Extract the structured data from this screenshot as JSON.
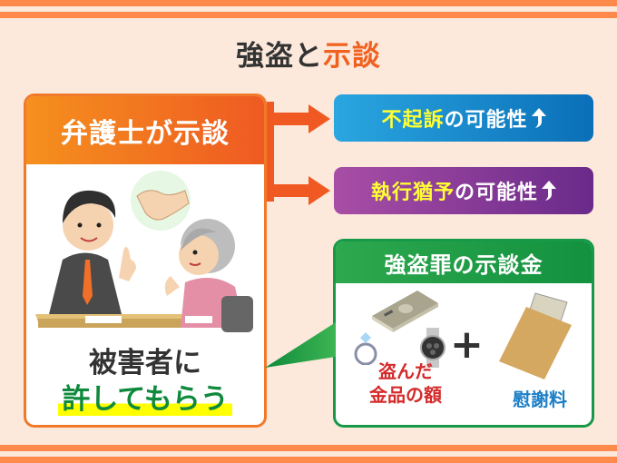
{
  "title": {
    "part1": "強盗と",
    "part2": "示談"
  },
  "colors": {
    "stripe": "#ff8a4c",
    "background": "#fde8dc",
    "orange": "#f05a22",
    "green": "#169a48",
    "blue": "#0a6fb8",
    "purple": "#6a2a8a",
    "highlight": "#ffff00"
  },
  "left_panel": {
    "header": "弁護士が示談",
    "illustration": "lawyer-and-victim-handshake",
    "line1": "被害者に",
    "line2": "許してもらう"
  },
  "outcomes": [
    {
      "highlight": "不起訴",
      "rest": "の可能性",
      "icon": "up-arrow"
    },
    {
      "highlight": "執行猶予",
      "rest": "の可能性",
      "icon": "up-arrow"
    }
  ],
  "settlement": {
    "header": "強盗罪の示談金",
    "item1_label_line1": "盗んだ",
    "item1_label_line2": "金品の額",
    "item1_icons": [
      "money-stack",
      "ring",
      "watch"
    ],
    "operator": "+",
    "item2_label": "慰謝料",
    "item2_icon": "envelope-with-money"
  }
}
